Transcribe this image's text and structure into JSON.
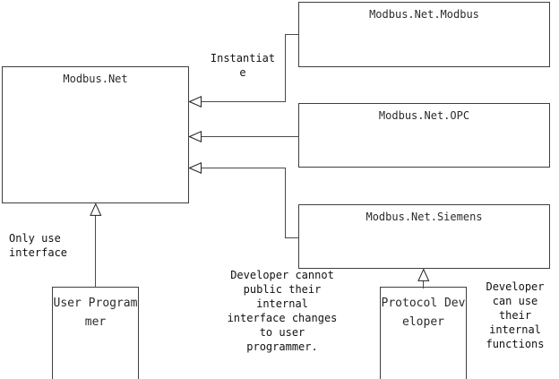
{
  "diagram": {
    "title_visible": false,
    "background": "#ffffff",
    "line_color": "#4a4a4a",
    "text_color": "#111111"
  },
  "boxes": {
    "modbus_net": {
      "label": "Modbus.Net"
    },
    "modbus_net_modbus": {
      "label": "Modbus.Net.Modbus"
    },
    "modbus_net_opc": {
      "label": "Modbus.Net.OPC"
    },
    "modbus_net_siemens": {
      "label": "Modbus.Net.Siemens"
    },
    "user_programmer": {
      "label": "User Programmer"
    },
    "protocol_developer": {
      "label": "Protocol Developer"
    }
  },
  "labels": {
    "instantiate": "Instantiat\ne",
    "only_use_interface": "Only use\ninterface",
    "developer_cannot_public": "Developer cannot\npublic their\ninternal\ninterface changes\nto user\nprogrammer.",
    "developer_can_use": "Developer\ncan use\ntheir\ninternal\nfunctions"
  }
}
